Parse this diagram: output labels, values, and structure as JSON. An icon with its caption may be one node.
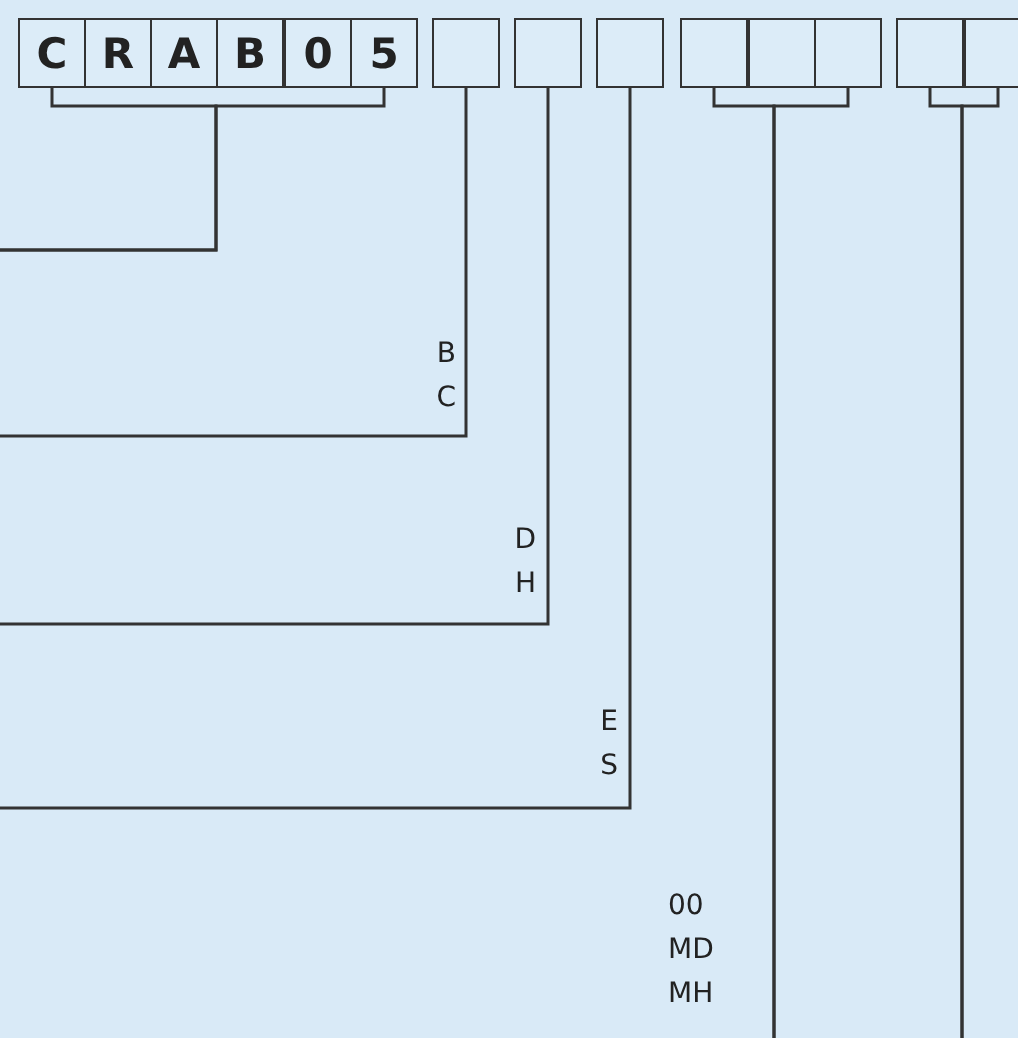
{
  "diagram": {
    "nodes": [
      {
        "text": [
          "C"
        ]
      },
      {
        "text": [
          "R"
        ]
      },
      {
        "text": [
          "A"
        ]
      },
      {
        "text": [
          "B"
        ]
      },
      {
        "text": [
          "0"
        ]
      },
      {
        "text": [
          "5"
        ]
      },
      {
        "text": [],
        "shape": "box"
      },
      {
        "text": [],
        "shape": "box"
      },
      {
        "text": [],
        "shape": "box"
      },
      {
        "text": [],
        "shape": "box"
      },
      {
        "text": [],
        "shape": "box"
      },
      {
        "text": [],
        "shape": "box"
      },
      {
        "text": [],
        "shape": "box"
      },
      {
        "text": [],
        "shape": "box"
      }
    ],
    "edges": [
      {
        "from": 0,
        "to": null,
        "arrow": "none"
      },
      {
        "from": 5,
        "to": null,
        "arrow": "none"
      },
      {
        "from": 6,
        "to": null,
        "arrow": "none"
      },
      {
        "from": 7,
        "to": null,
        "arrow": "none"
      },
      {
        "from": 8,
        "to": null,
        "arrow": "none"
      },
      {
        "from": 9,
        "to": null,
        "arrow": "none"
      },
      {
        "from": 11,
        "to": null,
        "arrow": "none"
      },
      {
        "from": 12,
        "to": null,
        "arrow": "none"
      },
      {
        "from": 13,
        "to": null,
        "arrow": "none"
      }
    ],
    "labels": [
      "B",
      "C",
      "D",
      "H",
      "E",
      "S",
      "00",
      "MD",
      "MH"
    ]
  }
}
